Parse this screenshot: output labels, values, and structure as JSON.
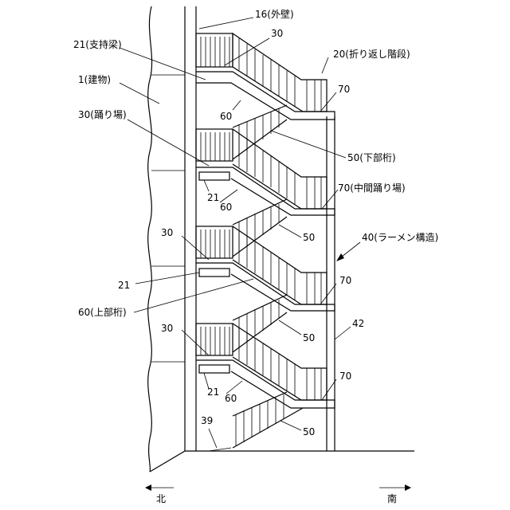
{
  "labels": {
    "wall": "16(外壁)",
    "support_beam": "21(支持梁)",
    "building": "1(建物)",
    "landing": "30(踊り場)",
    "stair": "20(折り返し階段)",
    "ref_30": "30",
    "ref_70": "70",
    "ref_60": "60",
    "ref_21": "21",
    "ref_50": "50",
    "ref_39": "39",
    "ref_42": "42",
    "lower_girder": "50(下部桁)",
    "mid_landing": "70(中間踊り場)",
    "rahmen": "40(ラーメン構造)",
    "upper_girder": "60(上部桁)",
    "north": "北",
    "south": "南"
  }
}
